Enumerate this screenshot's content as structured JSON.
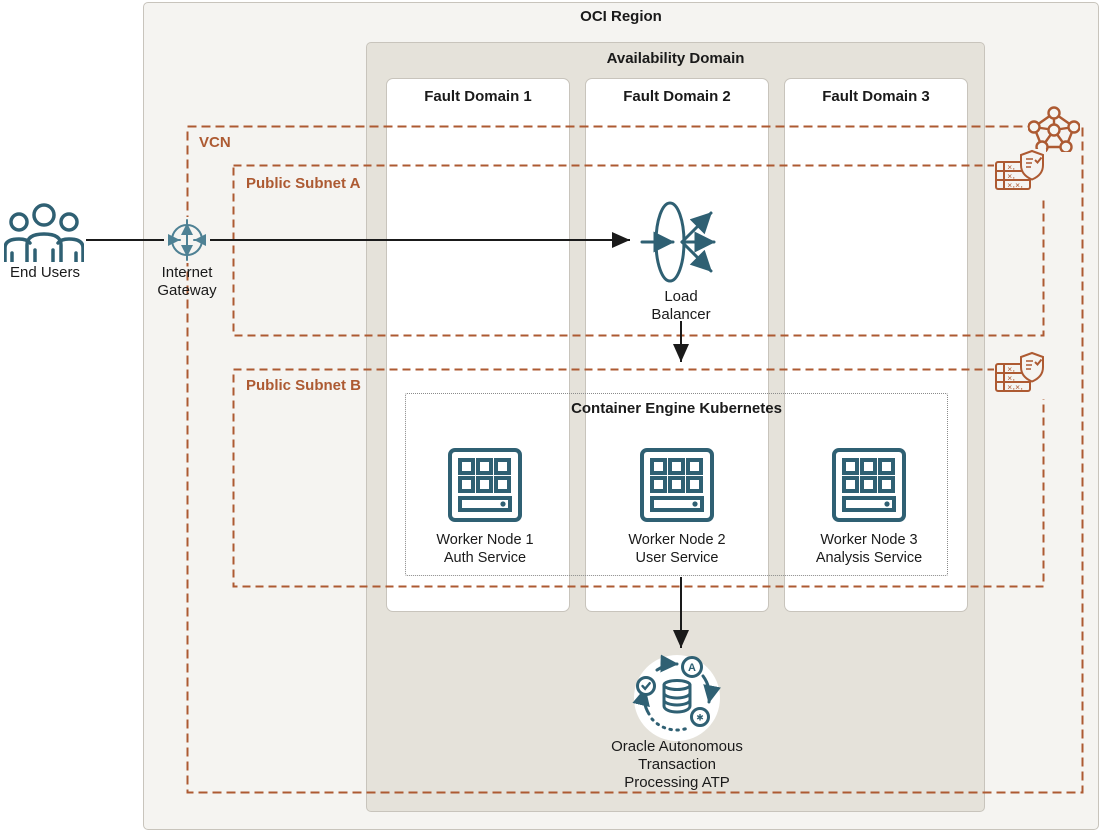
{
  "diagram": {
    "region": {
      "title": "OCI Region"
    },
    "availability_domain": {
      "title": "Availability Domain"
    },
    "fault_domains": [
      {
        "title": "Fault Domain 1"
      },
      {
        "title": "Fault Domain 2"
      },
      {
        "title": "Fault Domain 3"
      }
    ],
    "vcn": {
      "label": "VCN"
    },
    "subnet_a": {
      "label": "Public Subnet A"
    },
    "subnet_b": {
      "label": "Public Subnet B"
    },
    "cek": {
      "title": "Container Engine Kubernetes"
    },
    "nodes": {
      "end_users": {
        "label": "End Users"
      },
      "internet_gateway": {
        "label": "Internet\nGateway"
      },
      "load_balancer": {
        "label": "Load\nBalancer"
      },
      "worker1": {
        "label": "Worker Node 1\nAuth Service"
      },
      "worker2": {
        "label": "Worker Node 2\nUser Service"
      },
      "worker3": {
        "label": "Worker Node 3\nAnalysis Service"
      },
      "atp": {
        "label": "Oracle Autonomous\nTransaction\nProcessing ATP"
      }
    },
    "icons": {
      "end_users": "end-users-icon",
      "internet_gateway": "internet-gateway-icon",
      "load_balancer": "load-balancer-icon",
      "worker_node": "worker-node-icon",
      "atp": "autonomous-database-icon",
      "vcn_corner": "vcn-network-icon",
      "subnet_corner": "route-table-security-list-icon"
    },
    "colors": {
      "teal": "#2F6073",
      "teal_light": "#4E8194",
      "orange": "#AD5A32",
      "region_bg": "#F5F4F1",
      "ad_bg": "#E5E2DA",
      "box_border": "#C8C4BC",
      "arrow": "#1A1A1A"
    }
  }
}
